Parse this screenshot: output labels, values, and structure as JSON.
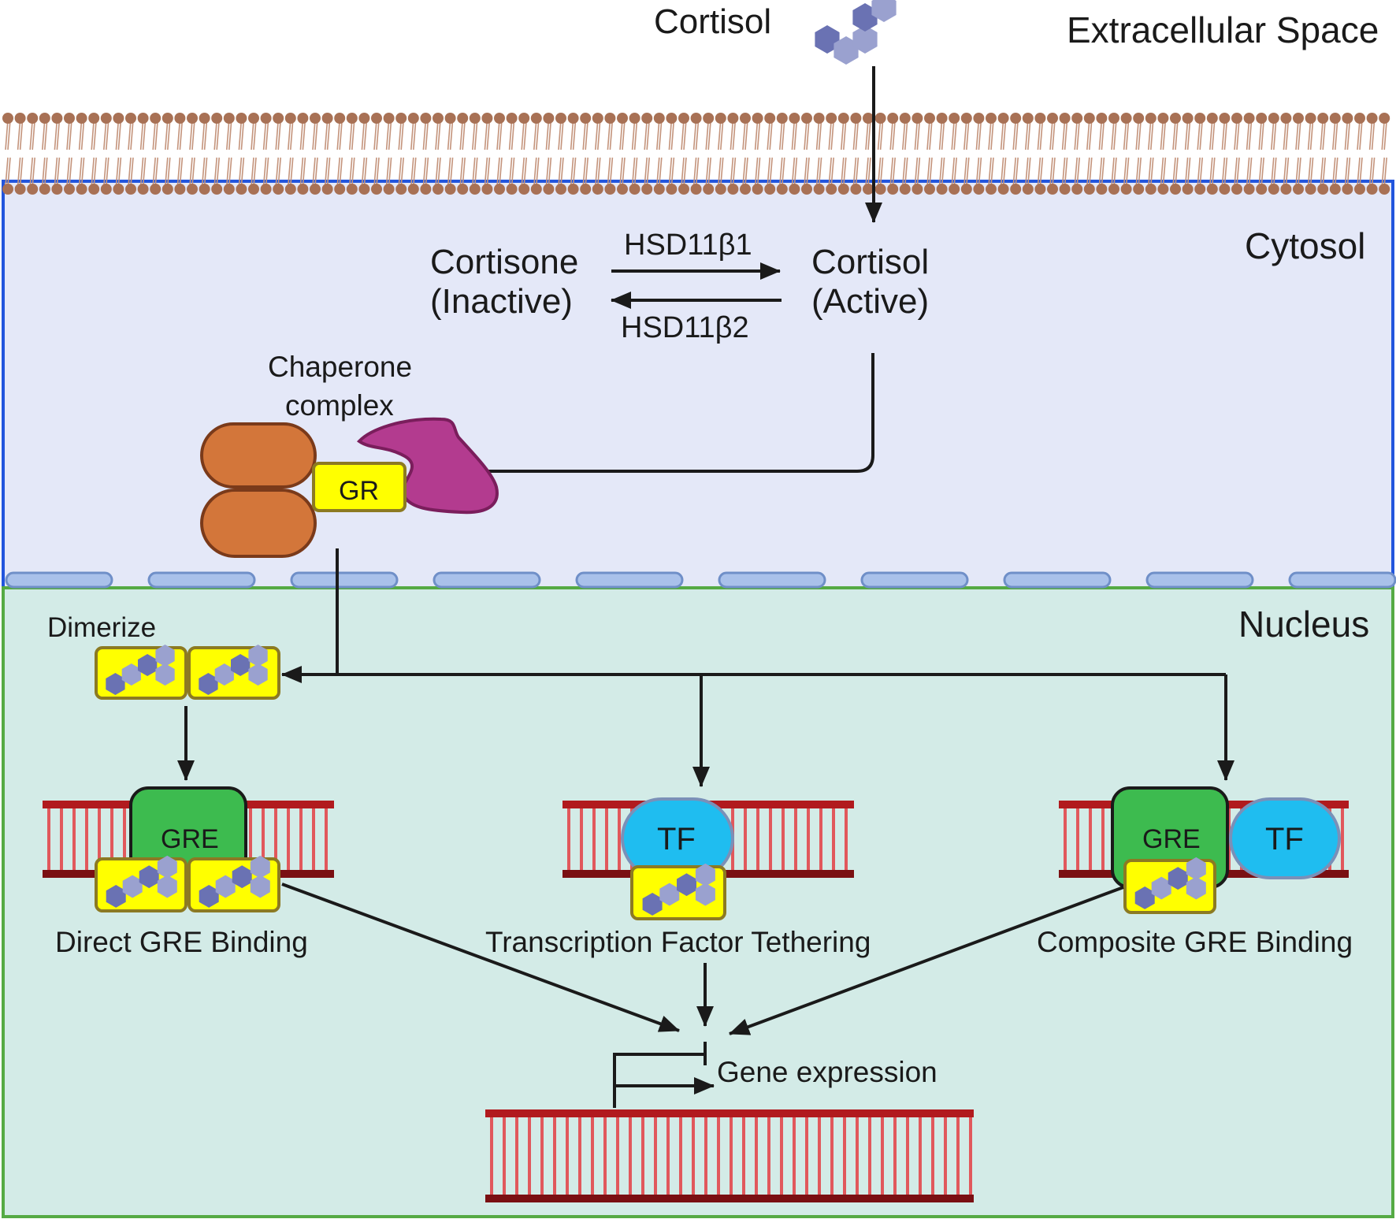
{
  "regions": {
    "extracellular": "Extracellular Space",
    "cytosol": "Cytosol",
    "nucleus": "Nucleus"
  },
  "molecules": {
    "cortisol_outside": "Cortisol",
    "cortisone_line1": "Cortisone",
    "cortisone_line2": "(Inactive)",
    "cortisol_line1": "Cortisol",
    "cortisol_line2": "(Active)"
  },
  "enzymes": {
    "forward": "HSD11β1",
    "reverse": "HSD11β2"
  },
  "chaperone": {
    "line1": "Chaperone",
    "line2": "complex",
    "receptor": "GR"
  },
  "nucleus_steps": {
    "dimerize": "Dimerize",
    "gre_label": "GRE",
    "tf_label": "TF",
    "direct": "Direct GRE Binding",
    "tethering": "Transcription Factor Tethering",
    "composite": "Composite GRE Binding",
    "gene_expression": "Gene expression"
  },
  "colors": {
    "cytosol_fill": "#e4e8f8",
    "cytosol_border": "#2255dd",
    "nucleus_fill": "#d3ebe7",
    "nucleus_border": "#55aa44",
    "membrane_head": "#a87155",
    "membrane_tail": "#c4947c",
    "nuclear_pore": "#a9c1ea",
    "chaperone_orange": "#d3763a",
    "chaperone_magenta": "#b33b8f",
    "gr_yellow": "#ffff00",
    "gre_green": "#3dbb4f",
    "tf_cyan": "#1fbdf0",
    "dna_red": "#b11a1e",
    "dna_rung": "#e1585c",
    "hex_dark": "#6a72b3",
    "hex_light": "#9aa1cf"
  }
}
